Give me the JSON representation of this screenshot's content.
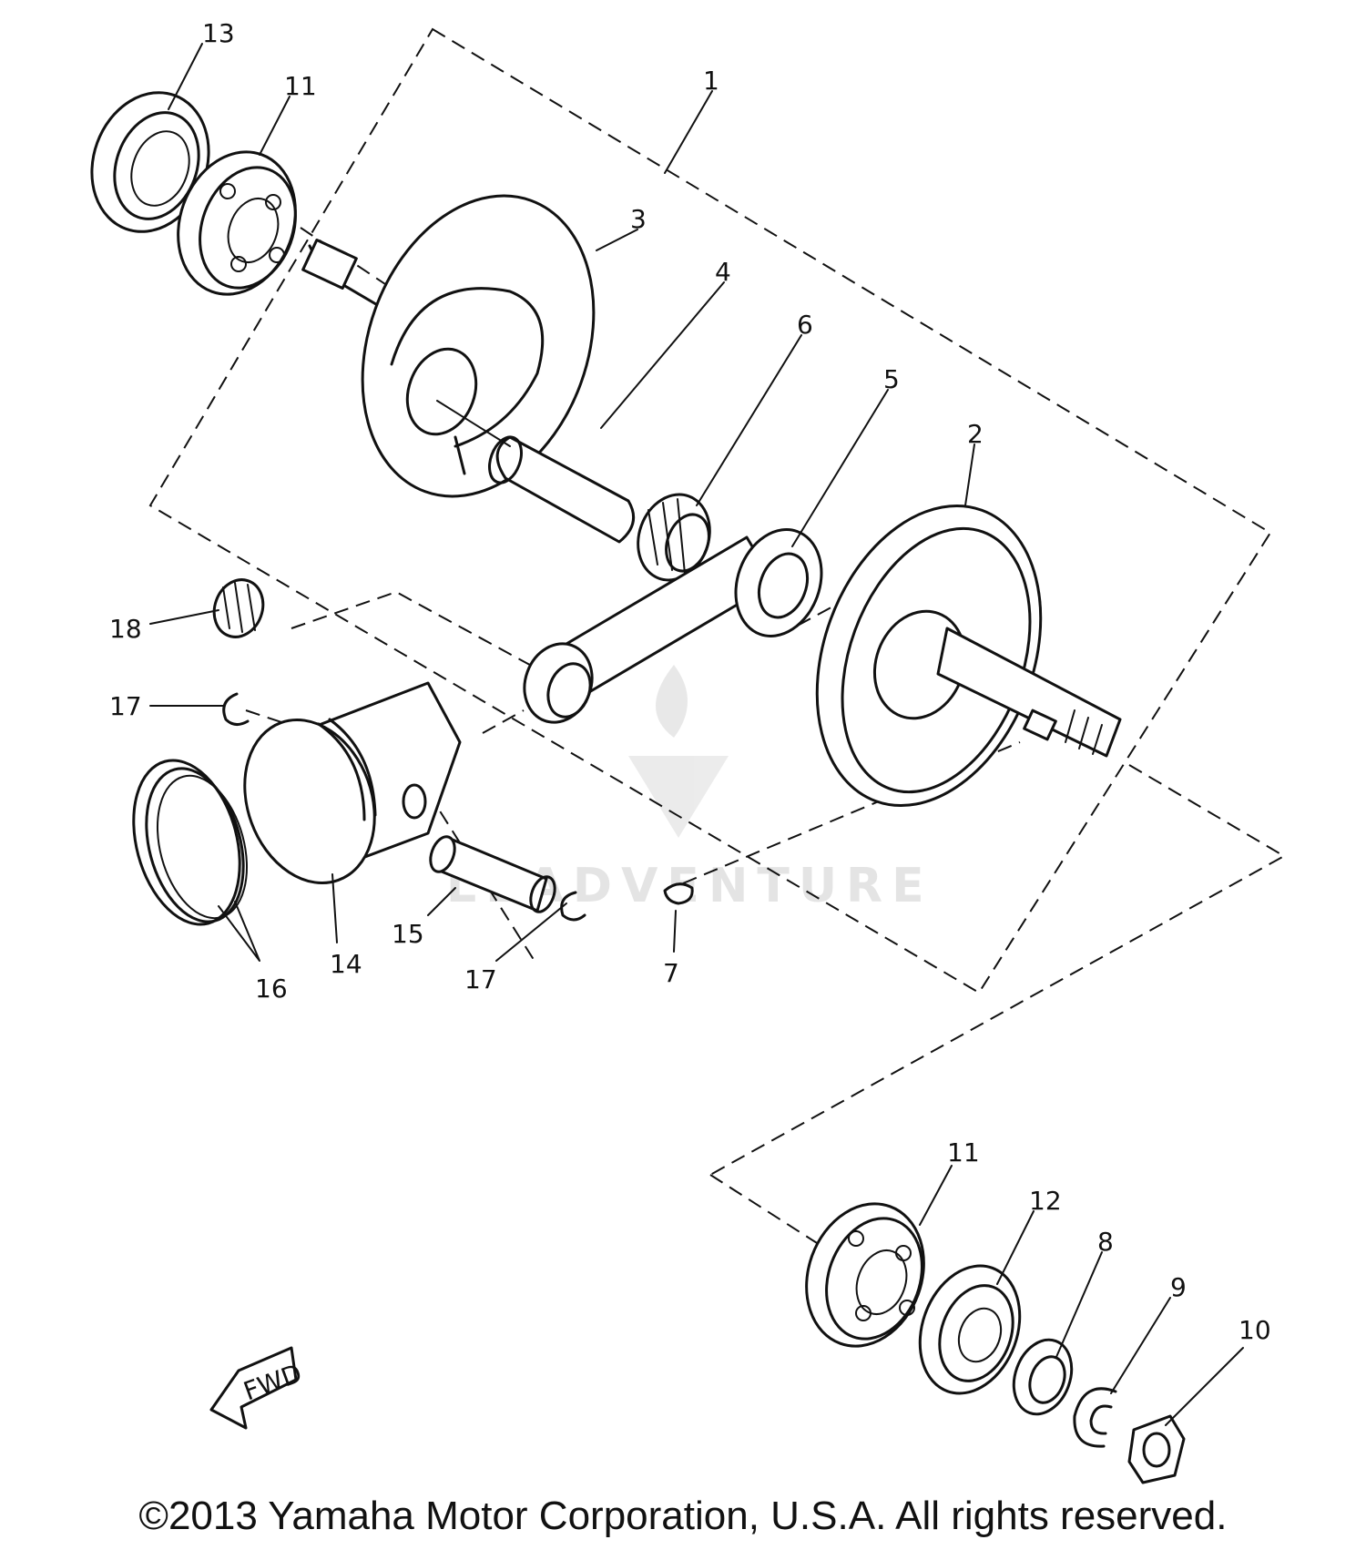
{
  "callouts": [
    "13",
    "11",
    "1",
    "3",
    "4",
    "6",
    "5",
    "2",
    "18",
    "17",
    "14",
    "15",
    "17",
    "16",
    "7",
    "11",
    "12",
    "8",
    "9",
    "10"
  ],
  "fwd_label": "FWD",
  "watermark": "LEADVENTURE",
  "copyright": "©2013 Yamaha Motor Corporation, U.S.A. All rights reserved."
}
